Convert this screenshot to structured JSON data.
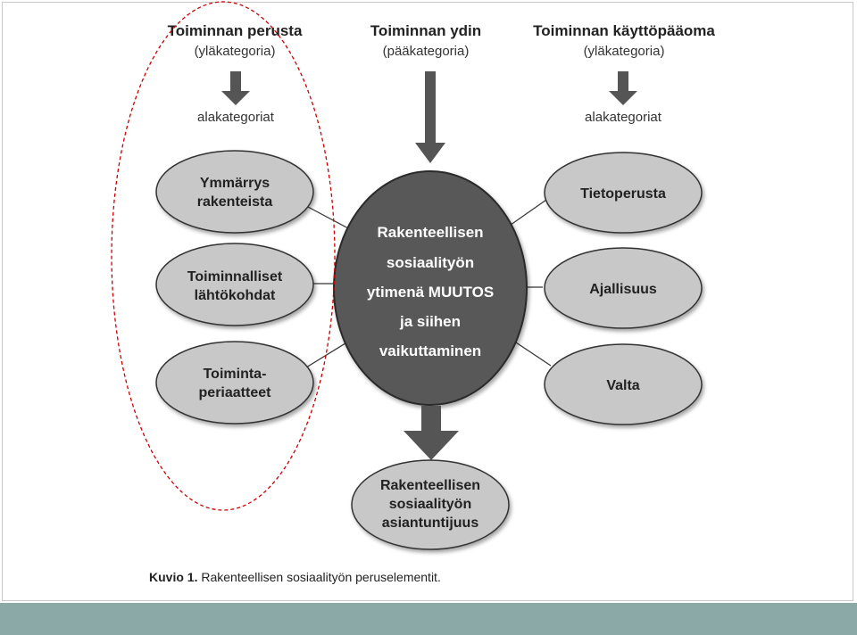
{
  "top_headers": [
    {
      "title": "Toiminnan perusta",
      "subtitle": "(yläkategoria)",
      "note": "alakategoriat"
    },
    {
      "title": "Toiminnan ydin",
      "subtitle": "(pääkategoria)",
      "note": ""
    },
    {
      "title": "Toiminnan käyttöpääoma",
      "subtitle": "(yläkategoria)",
      "note": "alakategoriat"
    }
  ],
  "left_nodes": [
    [
      "Ymmärrys",
      "rakenteista"
    ],
    [
      "Toiminnalliset",
      "lähtökohdat"
    ],
    [
      "Toiminta-",
      "periaatteet"
    ]
  ],
  "right_nodes": [
    [
      "Tietoperusta"
    ],
    [
      "Ajallisuus"
    ],
    [
      "Valta"
    ]
  ],
  "center_node": [
    "Rakenteellisen",
    "sosiaalityön",
    "ytimenä MUUTOS",
    "ja siihen",
    "vaikuttaminen"
  ],
  "bottom_node": [
    "Rakenteellisen",
    "sosiaalityön",
    "asiantuntijuus"
  ],
  "caption": {
    "label": "Kuvio 1.",
    "text": " Rakenteellisen sosiaalityön peruselementit."
  },
  "colors": {
    "node_fill": "#c8c8c8",
    "center_fill": "#595959",
    "arrow": "#555555",
    "highlight": "#cc0000",
    "bottom_bar": "#8aa9a7"
  }
}
